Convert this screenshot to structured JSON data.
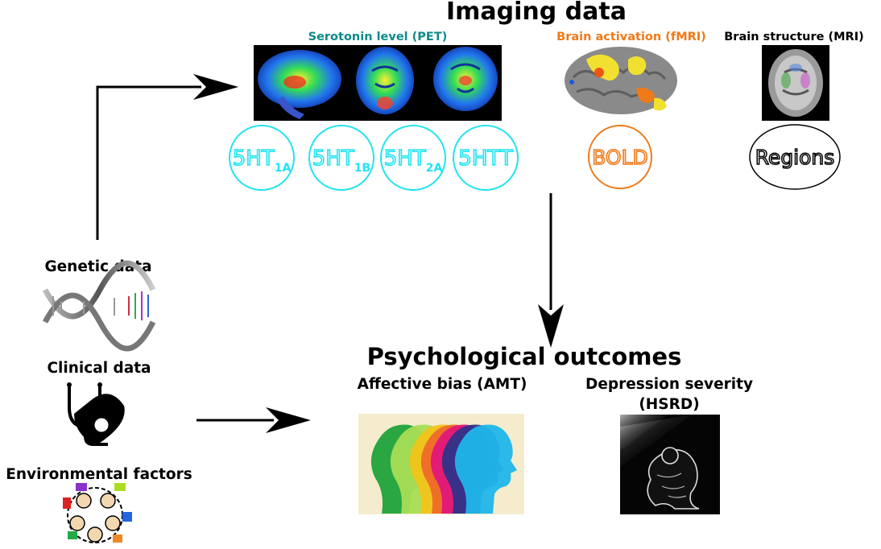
{
  "imaging": {
    "title": "Imaging data",
    "pet_label": "Serotonin level (PET)",
    "fmri_label": "Brain activation (fMRI)",
    "mri_label": "Brain structure (MRI)",
    "receptors": [
      {
        "base": "5HT",
        "sub": "1A"
      },
      {
        "base": "5HT",
        "sub": "1B"
      },
      {
        "base": "5HT",
        "sub": "2A"
      },
      {
        "base": "5HTT",
        "sub": ""
      }
    ],
    "bold_label": "BOLD",
    "regions_label": "Regions"
  },
  "inputs": {
    "genetic_label": "Genetic data",
    "clinical_label": "Clinical data",
    "environmental_label": "Environmental factors"
  },
  "outcomes": {
    "title": "Psychological outcomes",
    "affective_label": "Affective bias (AMT)",
    "depression_label_line1": "Depression severity",
    "depression_label_line2": "(HSRD)"
  },
  "colors": {
    "pet": "#0f8a8a",
    "receptor": "#22e4f0",
    "fmri": "#ee7a1a",
    "black": "#000000"
  }
}
